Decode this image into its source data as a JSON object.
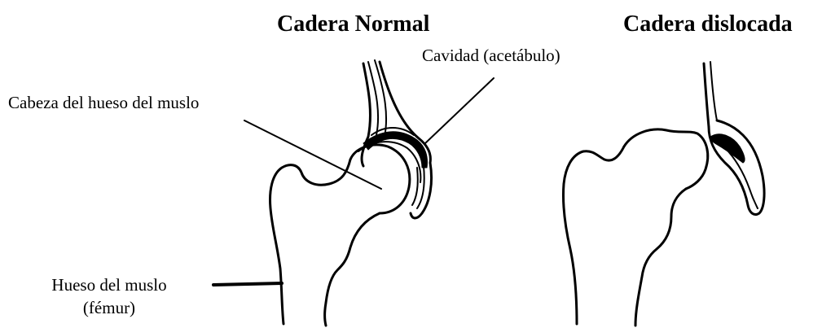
{
  "titles": {
    "normal": "Cadera Normal",
    "dislocated": "Cadera dislocada"
  },
  "labels": {
    "cavity": "Cavidad (acetábulo)",
    "femoral_head": "Cabeza del hueso del muslo",
    "femur_line1": "Hueso del muslo",
    "femur_line2": "(fémur)"
  },
  "colors": {
    "ink": "#000000",
    "background": "#ffffff"
  }
}
